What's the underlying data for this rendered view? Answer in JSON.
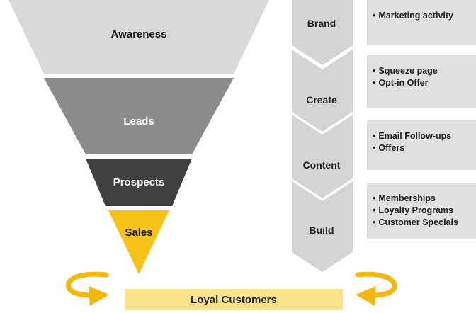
{
  "funnel": {
    "stages": [
      {
        "label": "Awareness",
        "color": "#d9d9d9",
        "text_color": "#1a1a1a"
      },
      {
        "label": "Leads",
        "color": "#8c8c8c",
        "text_color": "#ffffff"
      },
      {
        "label": "Prospects",
        "color": "#404040",
        "text_color": "#ffffff"
      },
      {
        "label": "Sales",
        "color": "#f7c31b",
        "text_color": "#1a1a1a"
      }
    ]
  },
  "process": {
    "steps": [
      {
        "label": "Brand",
        "bullets": [
          "Marketing activity"
        ]
      },
      {
        "label": "Create",
        "bullets": [
          "Squeeze page",
          "Opt-in Offer"
        ]
      },
      {
        "label": "Content",
        "bullets": [
          "Email Follow-ups",
          "Offers"
        ]
      },
      {
        "label": "Build",
        "bullets": [
          "Memberships",
          "Loyalty Programs",
          "Customer Specials"
        ]
      }
    ],
    "chevron_color": "#d4d4d4",
    "box_color": "#e0e0e0"
  },
  "footer": {
    "label": "Loyal Customers",
    "color": "#f8e48c",
    "arrow_color": "#f4b70f"
  }
}
